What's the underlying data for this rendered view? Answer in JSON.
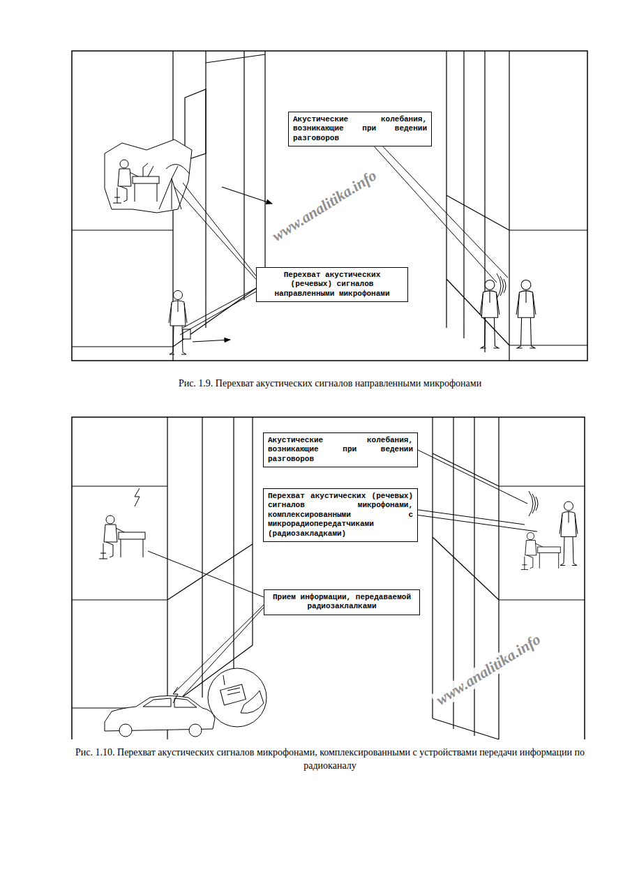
{
  "diagram": {
    "nodes": [
      {
        "text": [
          "Акустические колебания, возникающие при ведении разговоров"
        ]
      },
      {
        "text": [
          "Перехват акустических (речевых) сигналов направленными микрофонами"
        ]
      },
      {
        "text": [
          "Акустические колебания, возникающие при ведении разговоров"
        ]
      },
      {
        "text": [
          "Перехват акустических (речевых) сигналов микрофонами, комплексированными с микрорадиопередатчиками (радиозакладками)"
        ]
      },
      {
        "text": [
          "Прием информации, передаваемой радиозаклалками"
        ]
      }
    ],
    "labels": [
      "www.analitika.info",
      "Рис. 1.9. Перехват акустических сигналов направленными микрофонами",
      "www.analitika.info",
      "Рис. 1.10. Перехват акустических сигналов микрофонами, комплексированными с устройствами передачи информации по радиоканалу"
    ]
  }
}
